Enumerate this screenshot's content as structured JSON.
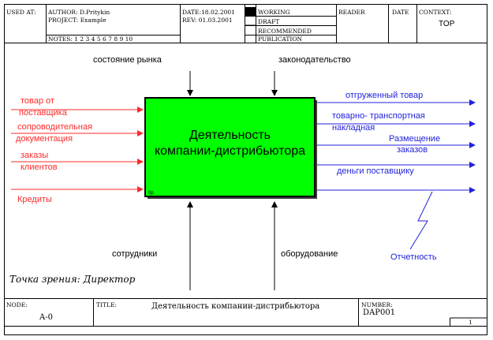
{
  "header": {
    "used_at": "USED AT:",
    "author": "AUTHOR:  D.Pritykin",
    "project": "PROJECT:  Example",
    "notes": "NOTES:  1  2  3  4  5  6  7  8  9  10",
    "date": "DATE:18.02.2001",
    "rev": "REV:   01.03.2001",
    "statuses": [
      "WORKING",
      "DRAFT",
      "RECOMMENDED",
      "PUBLICATION"
    ],
    "reader": "READER",
    "reader_date": "DATE",
    "context_label": "CONTEXT:",
    "context_value": "TOP"
  },
  "diagram": {
    "box_title_line1": "Деятельность",
    "box_title_line2": "компании-дистрибьютора",
    "box_color": "#00ff00",
    "controls": [
      "состояние рынка",
      "законодательство"
    ],
    "mechanisms": [
      "сотрудники",
      "оборудование"
    ],
    "inputs": [
      {
        "line1": "товар от",
        "line2": "поставщика"
      },
      {
        "line1": "сопроводительная",
        "line2": "документация"
      },
      {
        "line1": "заказы",
        "line2": "клиентов"
      },
      {
        "line1": "Кредиты",
        "line2": ""
      }
    ],
    "outputs": [
      {
        "line1": "отгруженный товар",
        "line2": ""
      },
      {
        "line1": "товарно- транспортная",
        "line2": "накладная"
      },
      {
        "line1": "Размещение",
        "line2": "заказов"
      },
      {
        "line1": "деньги поставщику",
        "line2": ""
      },
      {
        "line1": "Отчетность",
        "line2": ""
      }
    ],
    "viewpoint": "Точка зрения: Директор",
    "input_color": "#ff2a2a",
    "output_color": "#2222dd"
  },
  "footer": {
    "node_label": "NODE:",
    "node_value": "A-0",
    "title_label": "TITLE:",
    "title_value": "Деятельность компании-дистрибьютора",
    "number_label": "NUMBER:",
    "number_value": "DAP001",
    "page": "1"
  }
}
